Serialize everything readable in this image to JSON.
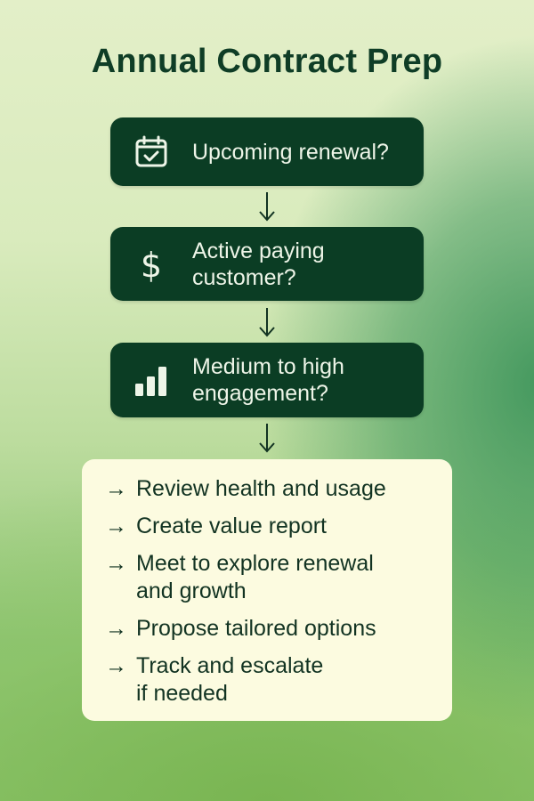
{
  "title": "Annual Contract Prep",
  "steps": [
    {
      "label": "Upcoming renewal?",
      "icon": "calendar-check-icon"
    },
    {
      "label": "Active paying\ncustomer?",
      "icon": "dollar-icon"
    },
    {
      "label": "Medium to high\nengagement?",
      "icon": "bar-chart-icon"
    }
  ],
  "actions": {
    "arrow": "→",
    "items": [
      "Review health and usage",
      "Create value report",
      "Meet to explore renewal\nand growth",
      "Propose tailored options",
      "Track and escalate\nif needed"
    ]
  },
  "colors": {
    "step_bg": "#0b3d24",
    "title": "#0f3d26",
    "actions_bg": "#fcfbe0"
  }
}
